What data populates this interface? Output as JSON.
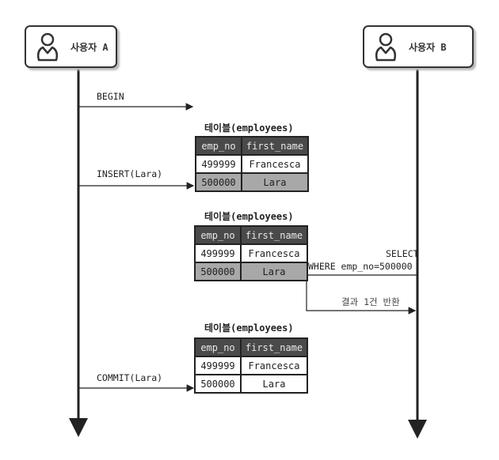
{
  "actors": {
    "a": {
      "label": "사용자 A",
      "icon": "user-icon"
    },
    "b": {
      "label": "사용자 B",
      "icon": "user-icon"
    }
  },
  "messages": {
    "begin": "BEGIN",
    "insert": "INSERT(Lara)",
    "select_line1": "SELECT",
    "select_line2": "WHERE emp_no=500000",
    "result": "결과 1건 반환",
    "commit": "COMMIT(Lara)"
  },
  "tables": [
    {
      "caption": "테이블(employees)",
      "headers": [
        "emp_no",
        "first_name"
      ],
      "rows": [
        [
          "499999",
          "Francesca"
        ],
        [
          "500000",
          "Lara"
        ]
      ],
      "highlighted_row": 1
    },
    {
      "caption": "테이블(employees)",
      "headers": [
        "emp_no",
        "first_name"
      ],
      "rows": [
        [
          "499999",
          "Francesca"
        ],
        [
          "500000",
          "Lara"
        ]
      ],
      "highlighted_row": 1
    },
    {
      "caption": "테이블(employees)",
      "headers": [
        "emp_no",
        "first_name"
      ],
      "rows": [
        [
          "499999",
          "Francesca"
        ],
        [
          "500000",
          "Lara"
        ]
      ],
      "highlighted_row": null
    }
  ],
  "colors": {
    "header_bg": "#4a4a4a",
    "highlight_bg": "#a8a8a8",
    "line": "#222222"
  }
}
